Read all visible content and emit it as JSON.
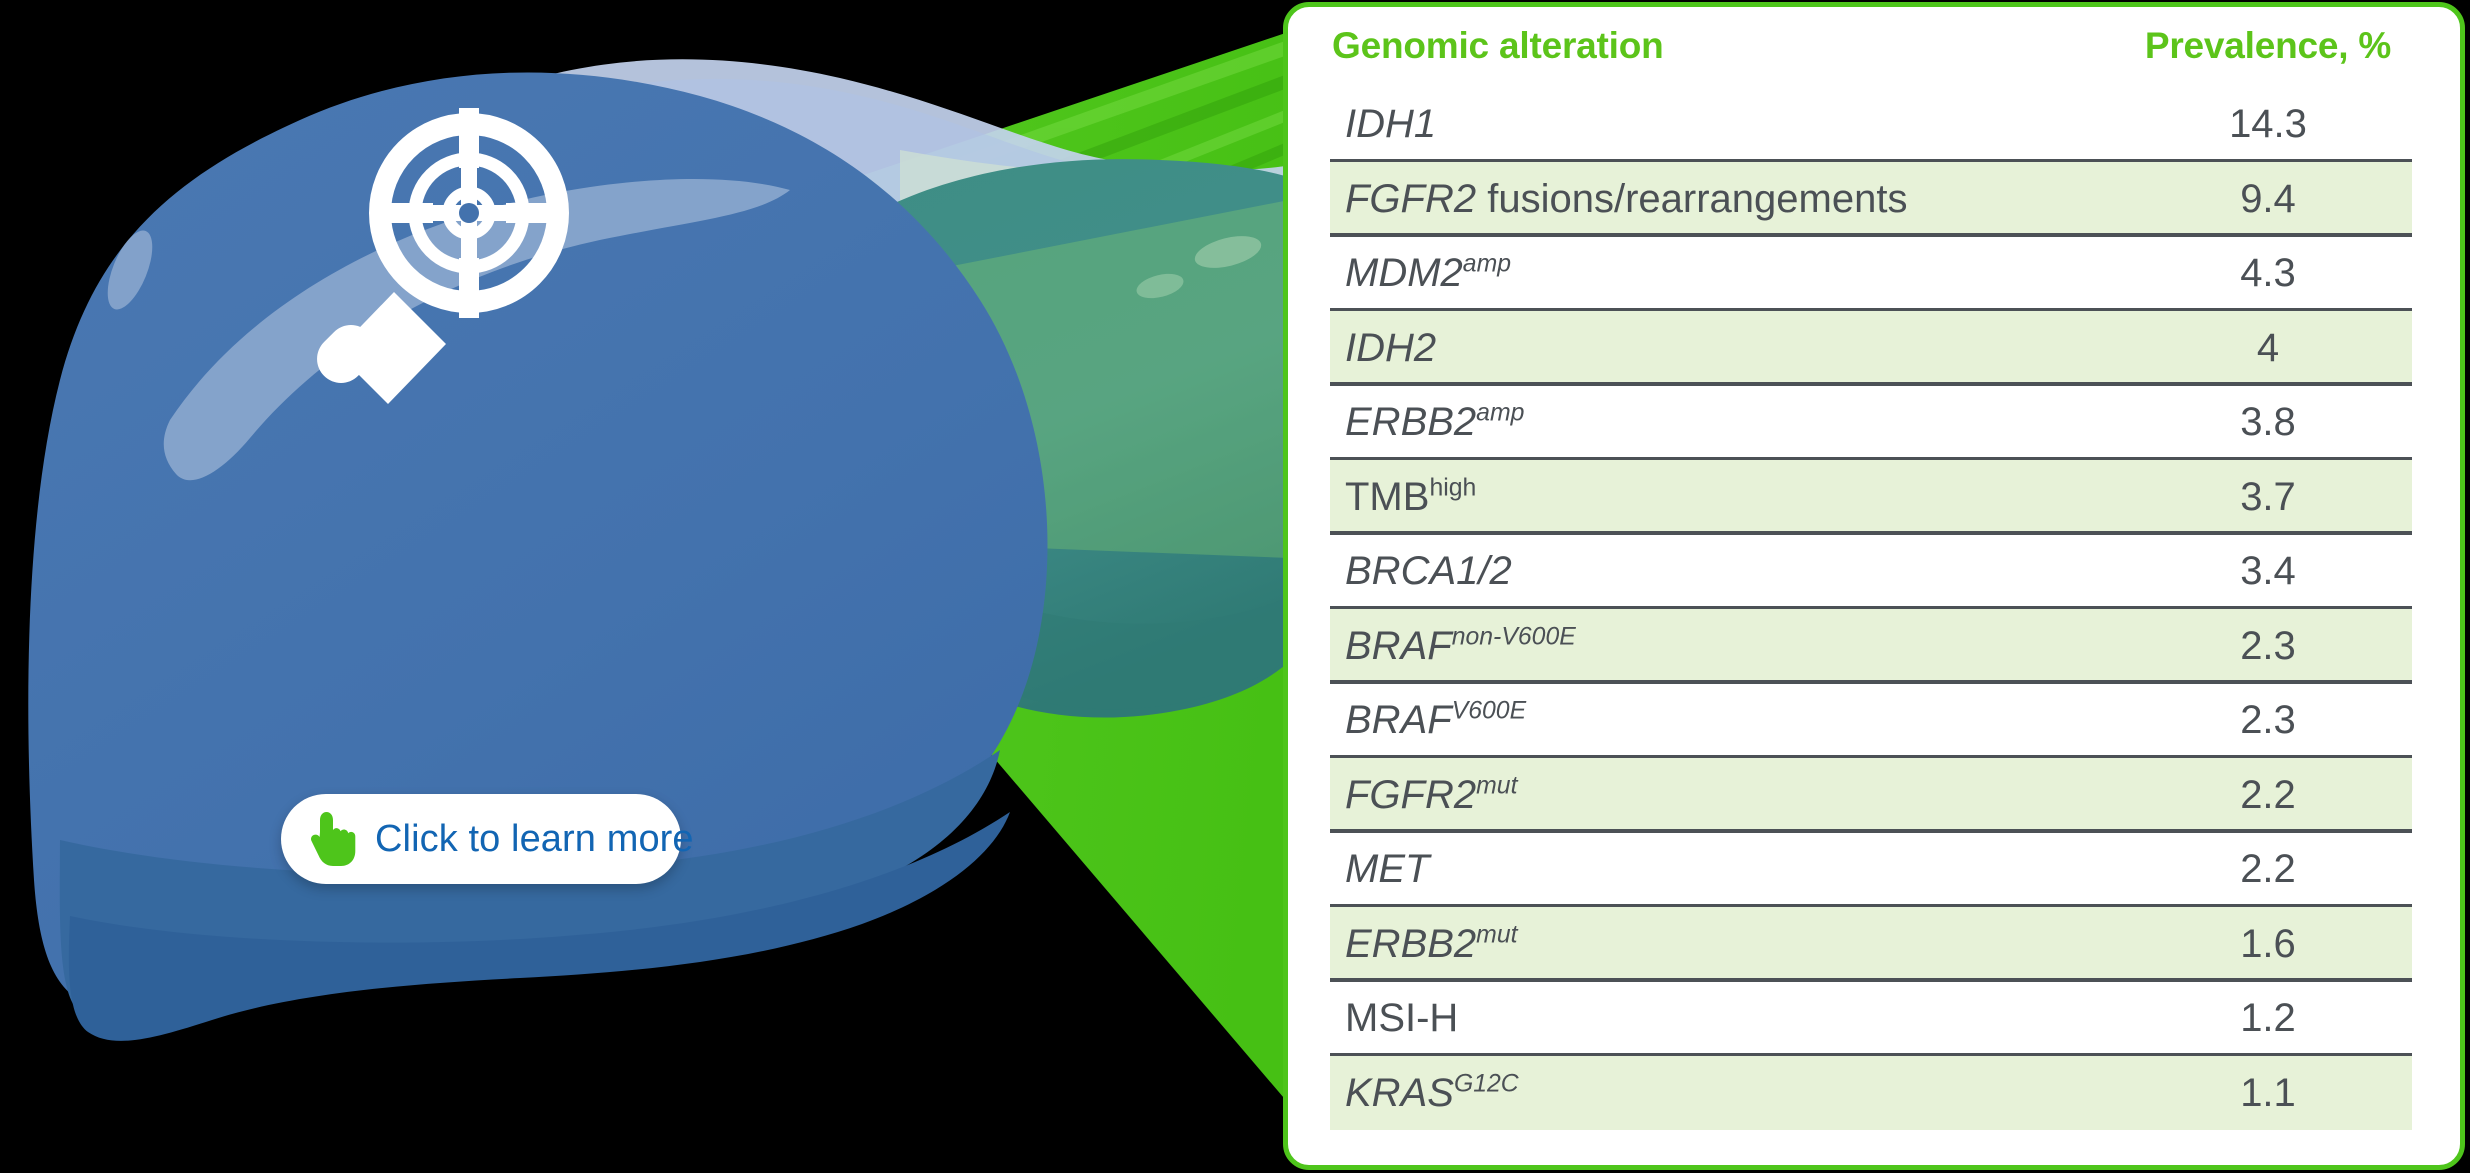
{
  "card": {
    "accent_green": "#4ec51b",
    "header_green": "#5cc41a",
    "row_alt_bg": "#e7f2d8",
    "text_color": "#4b5055",
    "divider_color": "#4c5156"
  },
  "table": {
    "columns": [
      "Genomic alteration",
      "Prevalence, %"
    ],
    "rows": [
      {
        "name": "IDH1",
        "sup": "",
        "sup_style": "italic",
        "name_style": "italic",
        "value": "14.3"
      },
      {
        "name": "FGFR2",
        "suffix": " fusions/rearrangements",
        "sup": "",
        "sup_style": "italic",
        "name_style": "italic",
        "value": "9.4"
      },
      {
        "name": "MDM2",
        "sup": "amp",
        "sup_style": "italic",
        "name_style": "italic",
        "value": "4.3"
      },
      {
        "name": "IDH2",
        "sup": "",
        "sup_style": "italic",
        "name_style": "italic",
        "value": "4"
      },
      {
        "name": "ERBB2",
        "sup": "amp",
        "sup_style": "italic",
        "name_style": "italic",
        "value": "3.8"
      },
      {
        "name": "TMB",
        "sup": "high",
        "sup_style": "normal",
        "name_style": "normal",
        "value": "3.7"
      },
      {
        "name": "BRCA1/2",
        "sup": "",
        "sup_style": "italic",
        "name_style": "italic",
        "value": "3.4"
      },
      {
        "name": "BRAF",
        "sup": "non-V600E",
        "sup_style": "italic",
        "name_style": "italic",
        "value": "2.3"
      },
      {
        "name": "BRAF",
        "sup": "V600E",
        "sup_style": "italic",
        "name_style": "italic",
        "value": "2.3"
      },
      {
        "name": "FGFR2",
        "sup": "mut",
        "sup_style": "italic",
        "name_style": "italic",
        "value": "2.2"
      },
      {
        "name": "MET",
        "sup": "",
        "sup_style": "italic",
        "name_style": "italic",
        "value": "2.2"
      },
      {
        "name": "ERBB2",
        "sup": "mut",
        "sup_style": "italic",
        "name_style": "italic",
        "value": "1.6"
      },
      {
        "name": "MSI-H",
        "sup": "",
        "sup_style": "normal",
        "name_style": "normal",
        "value": "1.2"
      },
      {
        "name": "KRAS",
        "sup": "G12C",
        "sup_style": "italic",
        "name_style": "italic",
        "value": "1.1"
      }
    ]
  },
  "cta": {
    "label": "Click to learn more",
    "icon": "pointing-hand-icon",
    "text_color": "#1265b3",
    "hand_color": "#4ec51b"
  },
  "illustration": {
    "organ": "liver",
    "left_lobe_color": "#4372ad",
    "right_lobe_color": "#3d8d88",
    "overlay_lobe_color": "#c3d3ee",
    "beam_color": "#4ec51b",
    "reticle_icon": "magnifier-crosshair-icon",
    "background_color": "#000000"
  },
  "chart_data": {
    "type": "table",
    "title": "Genomic alterations and prevalence",
    "columns": [
      "Genomic alteration",
      "Prevalence, %"
    ],
    "categories": [
      "IDH1",
      "FGFR2 fusions/rearrangements",
      "MDM2amp",
      "IDH2",
      "ERBB2amp",
      "TMBhigh",
      "BRCA1/2",
      "BRAFnon-V600E",
      "BRAFV600E",
      "FGFR2mut",
      "MET",
      "ERBB2mut",
      "MSI-H",
      "KRASG12C"
    ],
    "values": [
      14.3,
      9.4,
      4.3,
      4,
      3.8,
      3.7,
      3.4,
      2.3,
      2.3,
      2.2,
      2.2,
      1.6,
      1.2,
      1.1
    ],
    "xlabel": "Genomic alteration",
    "ylabel": "Prevalence, %",
    "ylim": [
      0,
      14.3
    ]
  }
}
